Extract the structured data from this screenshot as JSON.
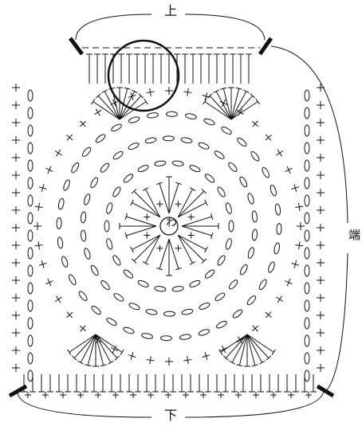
{
  "labels": {
    "top": "上",
    "bottom": "下",
    "side": "端",
    "center": "わ"
  },
  "colors": {
    "ink": "#111111",
    "marker": "#111111",
    "background": "#ffffff"
  }
}
